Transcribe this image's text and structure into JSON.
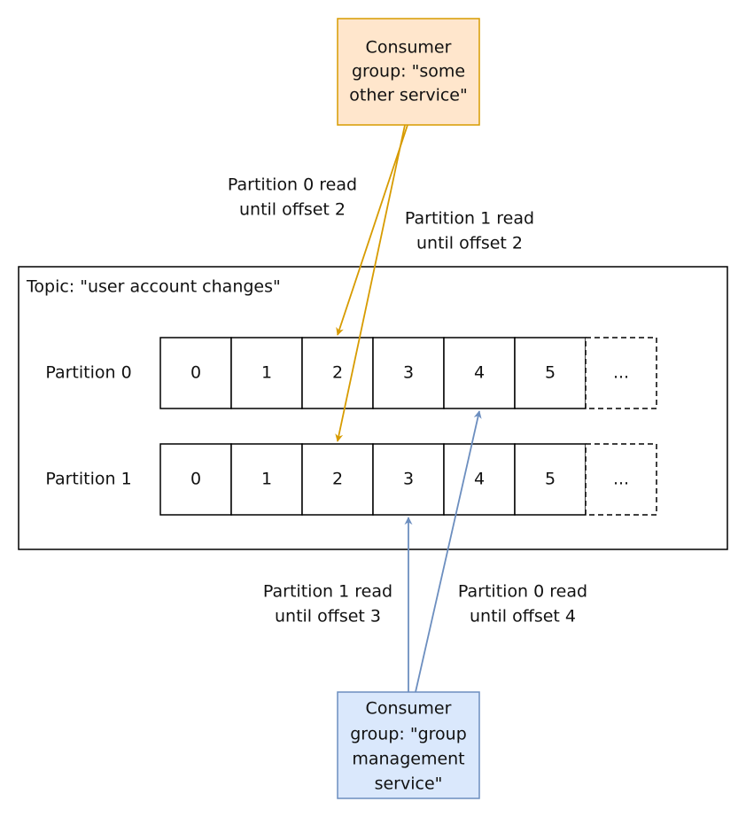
{
  "topic": {
    "label": "Topic: \"user account changes\""
  },
  "partitions": [
    {
      "label": "Partition 0",
      "offsets": [
        "0",
        "1",
        "2",
        "3",
        "4",
        "5"
      ],
      "more": "..."
    },
    {
      "label": "Partition 1",
      "offsets": [
        "0",
        "1",
        "2",
        "3",
        "4",
        "5"
      ],
      "more": "..."
    }
  ],
  "consumer_groups": [
    {
      "lines": [
        "Consumer",
        "group: \"some",
        "other service\""
      ],
      "color": "#d79b00",
      "fill": "#ffe6cc",
      "reads": [
        {
          "lines": [
            "Partition 0 read",
            "until offset 2"
          ]
        },
        {
          "lines": [
            "Partition 1 read",
            "until offset 2"
          ]
        }
      ]
    },
    {
      "lines": [
        "Consumer",
        "group: \"group",
        "management",
        "service\""
      ],
      "color": "#6c8ebf",
      "fill": "#dae8fc",
      "reads": [
        {
          "lines": [
            "Partition 1 read",
            "until offset 3"
          ]
        },
        {
          "lines": [
            "Partition 0 read",
            "until offset 4"
          ]
        }
      ]
    }
  ]
}
